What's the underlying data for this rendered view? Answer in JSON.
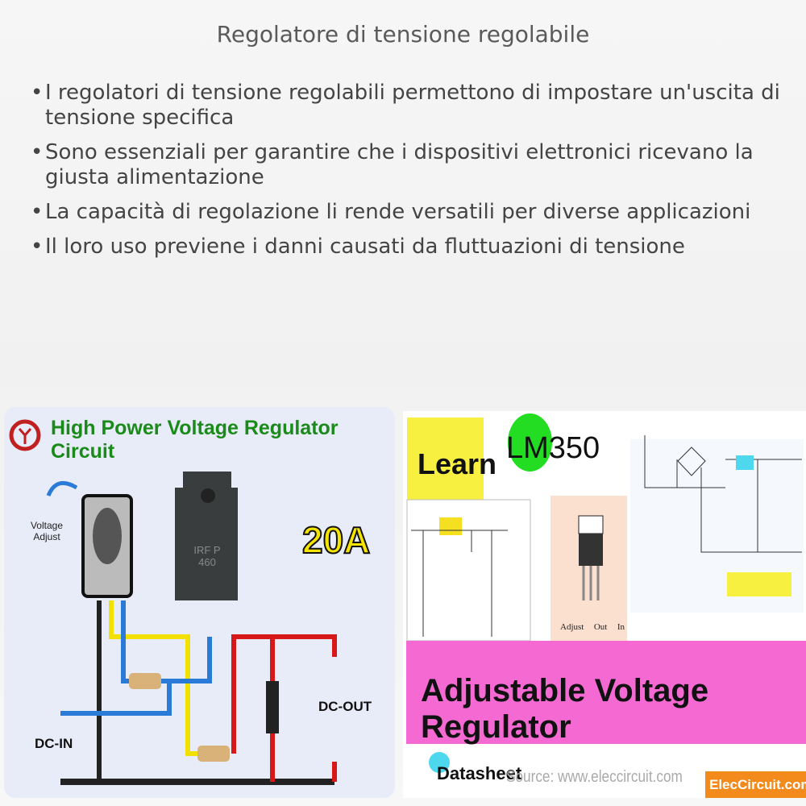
{
  "title": "Regolatore di tensione regolabile",
  "bullets": [
    "I regolatori di tensione regolabili permettono di impostare un'uscita di tensione specifica",
    "Sono essenziali per garantire che i dispositivi elettronici ricevano la giusta alimentazione",
    "La capacità di regolazione li rende versatili per diverse applicazioni",
    "Il loro uso previene i danni causati da fluttuazioni di tensione"
  ],
  "left_image": {
    "heading": "High Power Voltage Regulator Circuit",
    "voltage_adjust": "Voltage Adjust",
    "transistor_label": "IRF P 460",
    "current": "20A",
    "dc_in": "DC-IN",
    "dc_out": "DC-OUT",
    "colors": {
      "heading": "#1a8a1a",
      "current": "#f5e400",
      "wire_red": "#d81818",
      "wire_blue": "#2a7ad8",
      "wire_yellow": "#f2e000"
    }
  },
  "right_image": {
    "learn": "Learn",
    "chip": "LM350",
    "pins": [
      "Adjust",
      "Out",
      "In"
    ],
    "banner": "Adjustable Voltage Regulator",
    "datasheet": "Datasheet",
    "source": "Source: www.eleccircuit.com",
    "badge": "ElecCircuit.com",
    "colors": {
      "banner": "#f46ad2",
      "learn_bg": "#f8f040",
      "chip_circle": "#22dd22",
      "badge": "#f28a1c"
    }
  }
}
